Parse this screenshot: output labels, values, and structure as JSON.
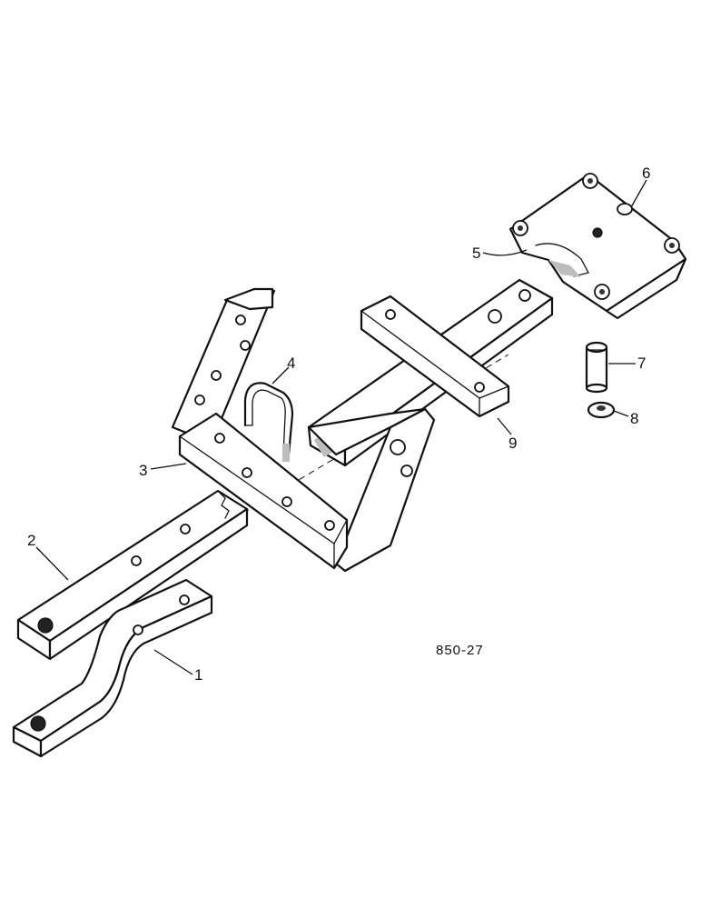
{
  "callouts": {
    "c1": "1",
    "c2": "2",
    "c3": "3",
    "c4": "4",
    "c5": "5",
    "c6": "6",
    "c7": "7",
    "c8": "8",
    "c9": "9"
  },
  "reference_code": "850-27"
}
